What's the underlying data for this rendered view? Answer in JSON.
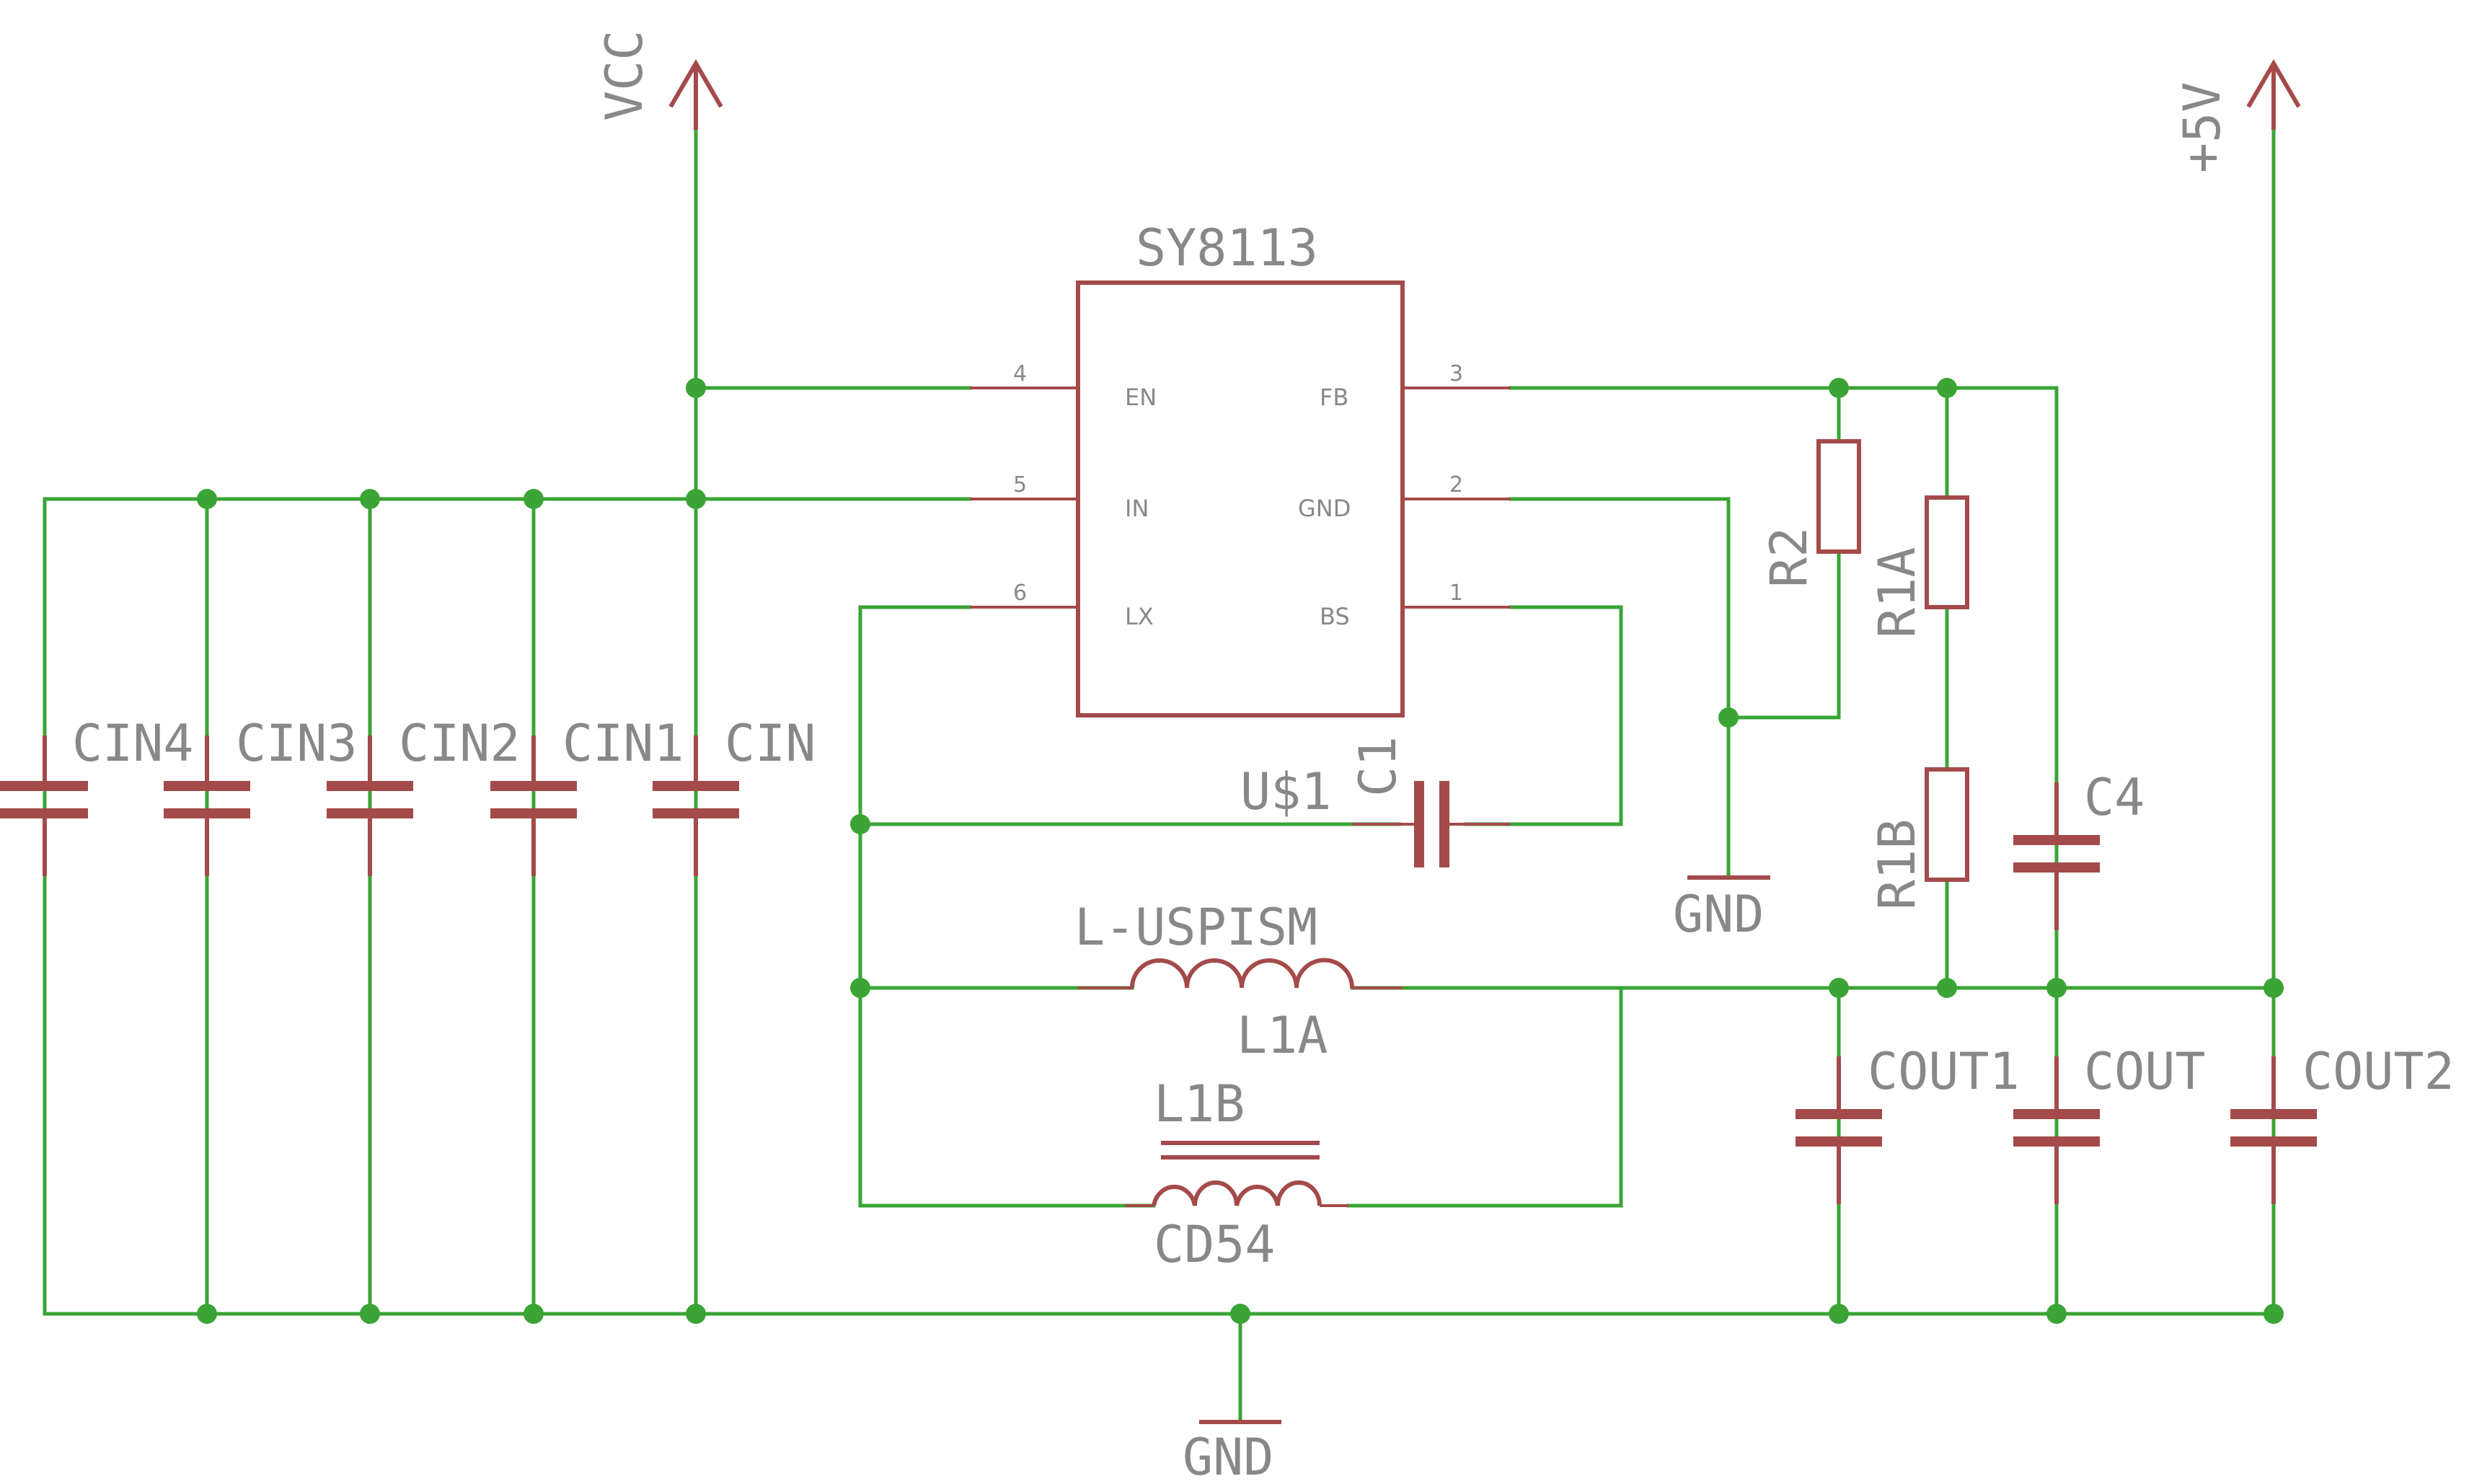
{
  "supplies": {
    "vcc": "VCC",
    "plus5v": "+5V",
    "gnd_bottom": "GND",
    "gnd_fb": "GND"
  },
  "ic": {
    "name": "SY8113",
    "instance": "U$1",
    "pins": [
      {
        "num": "4",
        "name": "EN"
      },
      {
        "num": "5",
        "name": "IN"
      },
      {
        "num": "6",
        "name": "LX"
      },
      {
        "num": "3",
        "name": "FB"
      },
      {
        "num": "2",
        "name": "GND"
      },
      {
        "num": "1",
        "name": "BS"
      }
    ]
  },
  "capacitors": {
    "cin4": "CIN4",
    "cin3": "CIN3",
    "cin2": "CIN2",
    "cin1": "CIN1",
    "cin": "CIN",
    "c1": "C1",
    "c4": "C4",
    "cout1": "COUT1",
    "cout": "COUT",
    "cout2": "COUT2"
  },
  "resistors": {
    "r2": "R2",
    "r1a": "R1A",
    "r1b": "R1B"
  },
  "inductors": {
    "l1a_value": "L-USPISM",
    "l1a_name": "L1A",
    "l1b_name": "L1B",
    "l1b_value": "CD54"
  },
  "colors": {
    "wire": "#3aa435",
    "component": "#a44a4a",
    "label": "#888888",
    "background": "#ffffff"
  }
}
